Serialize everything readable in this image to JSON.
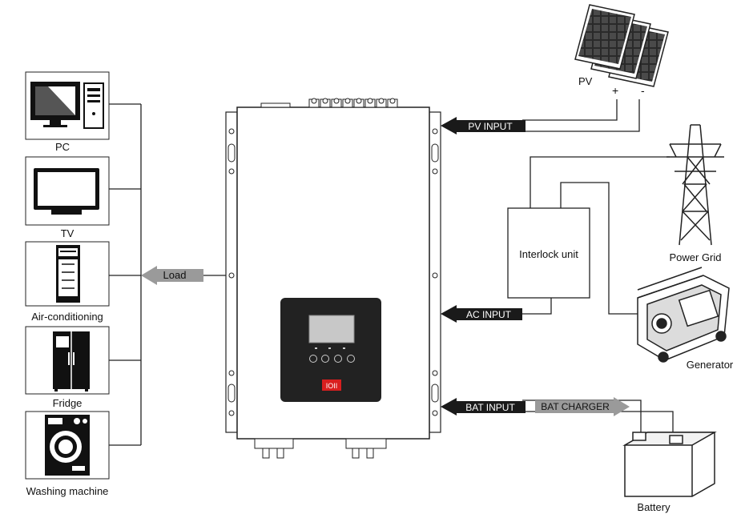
{
  "loads": [
    {
      "label": "PC",
      "icon": "pc-icon"
    },
    {
      "label": "TV",
      "icon": "tv-icon"
    },
    {
      "label": "Air-conditioning",
      "icon": "air-conditioner-icon"
    },
    {
      "label": "Fridge",
      "icon": "fridge-icon"
    },
    {
      "label": "Washing machine",
      "icon": "washing-machine-icon"
    }
  ],
  "arrows": {
    "load": "Load",
    "pv_input": "PV INPUT",
    "ac_input": "AC INPUT",
    "bat_input": "BAT INPUT",
    "bat_charger": "BAT CHARGER"
  },
  "sources": {
    "pv": {
      "label": "PV",
      "plus": "+",
      "minus": "-"
    },
    "grid": "Power Grid",
    "generator": "Generator",
    "battery": "Battery",
    "interlock": "Interlock unit"
  },
  "inverter": {
    "switch_label": "IOII"
  },
  "colors": {
    "line": "#222222",
    "arrow_dark": "#1a1a1a",
    "arrow_gray": "#9a9a9a",
    "panel": "#222222",
    "screen": "#c8c8c8"
  }
}
